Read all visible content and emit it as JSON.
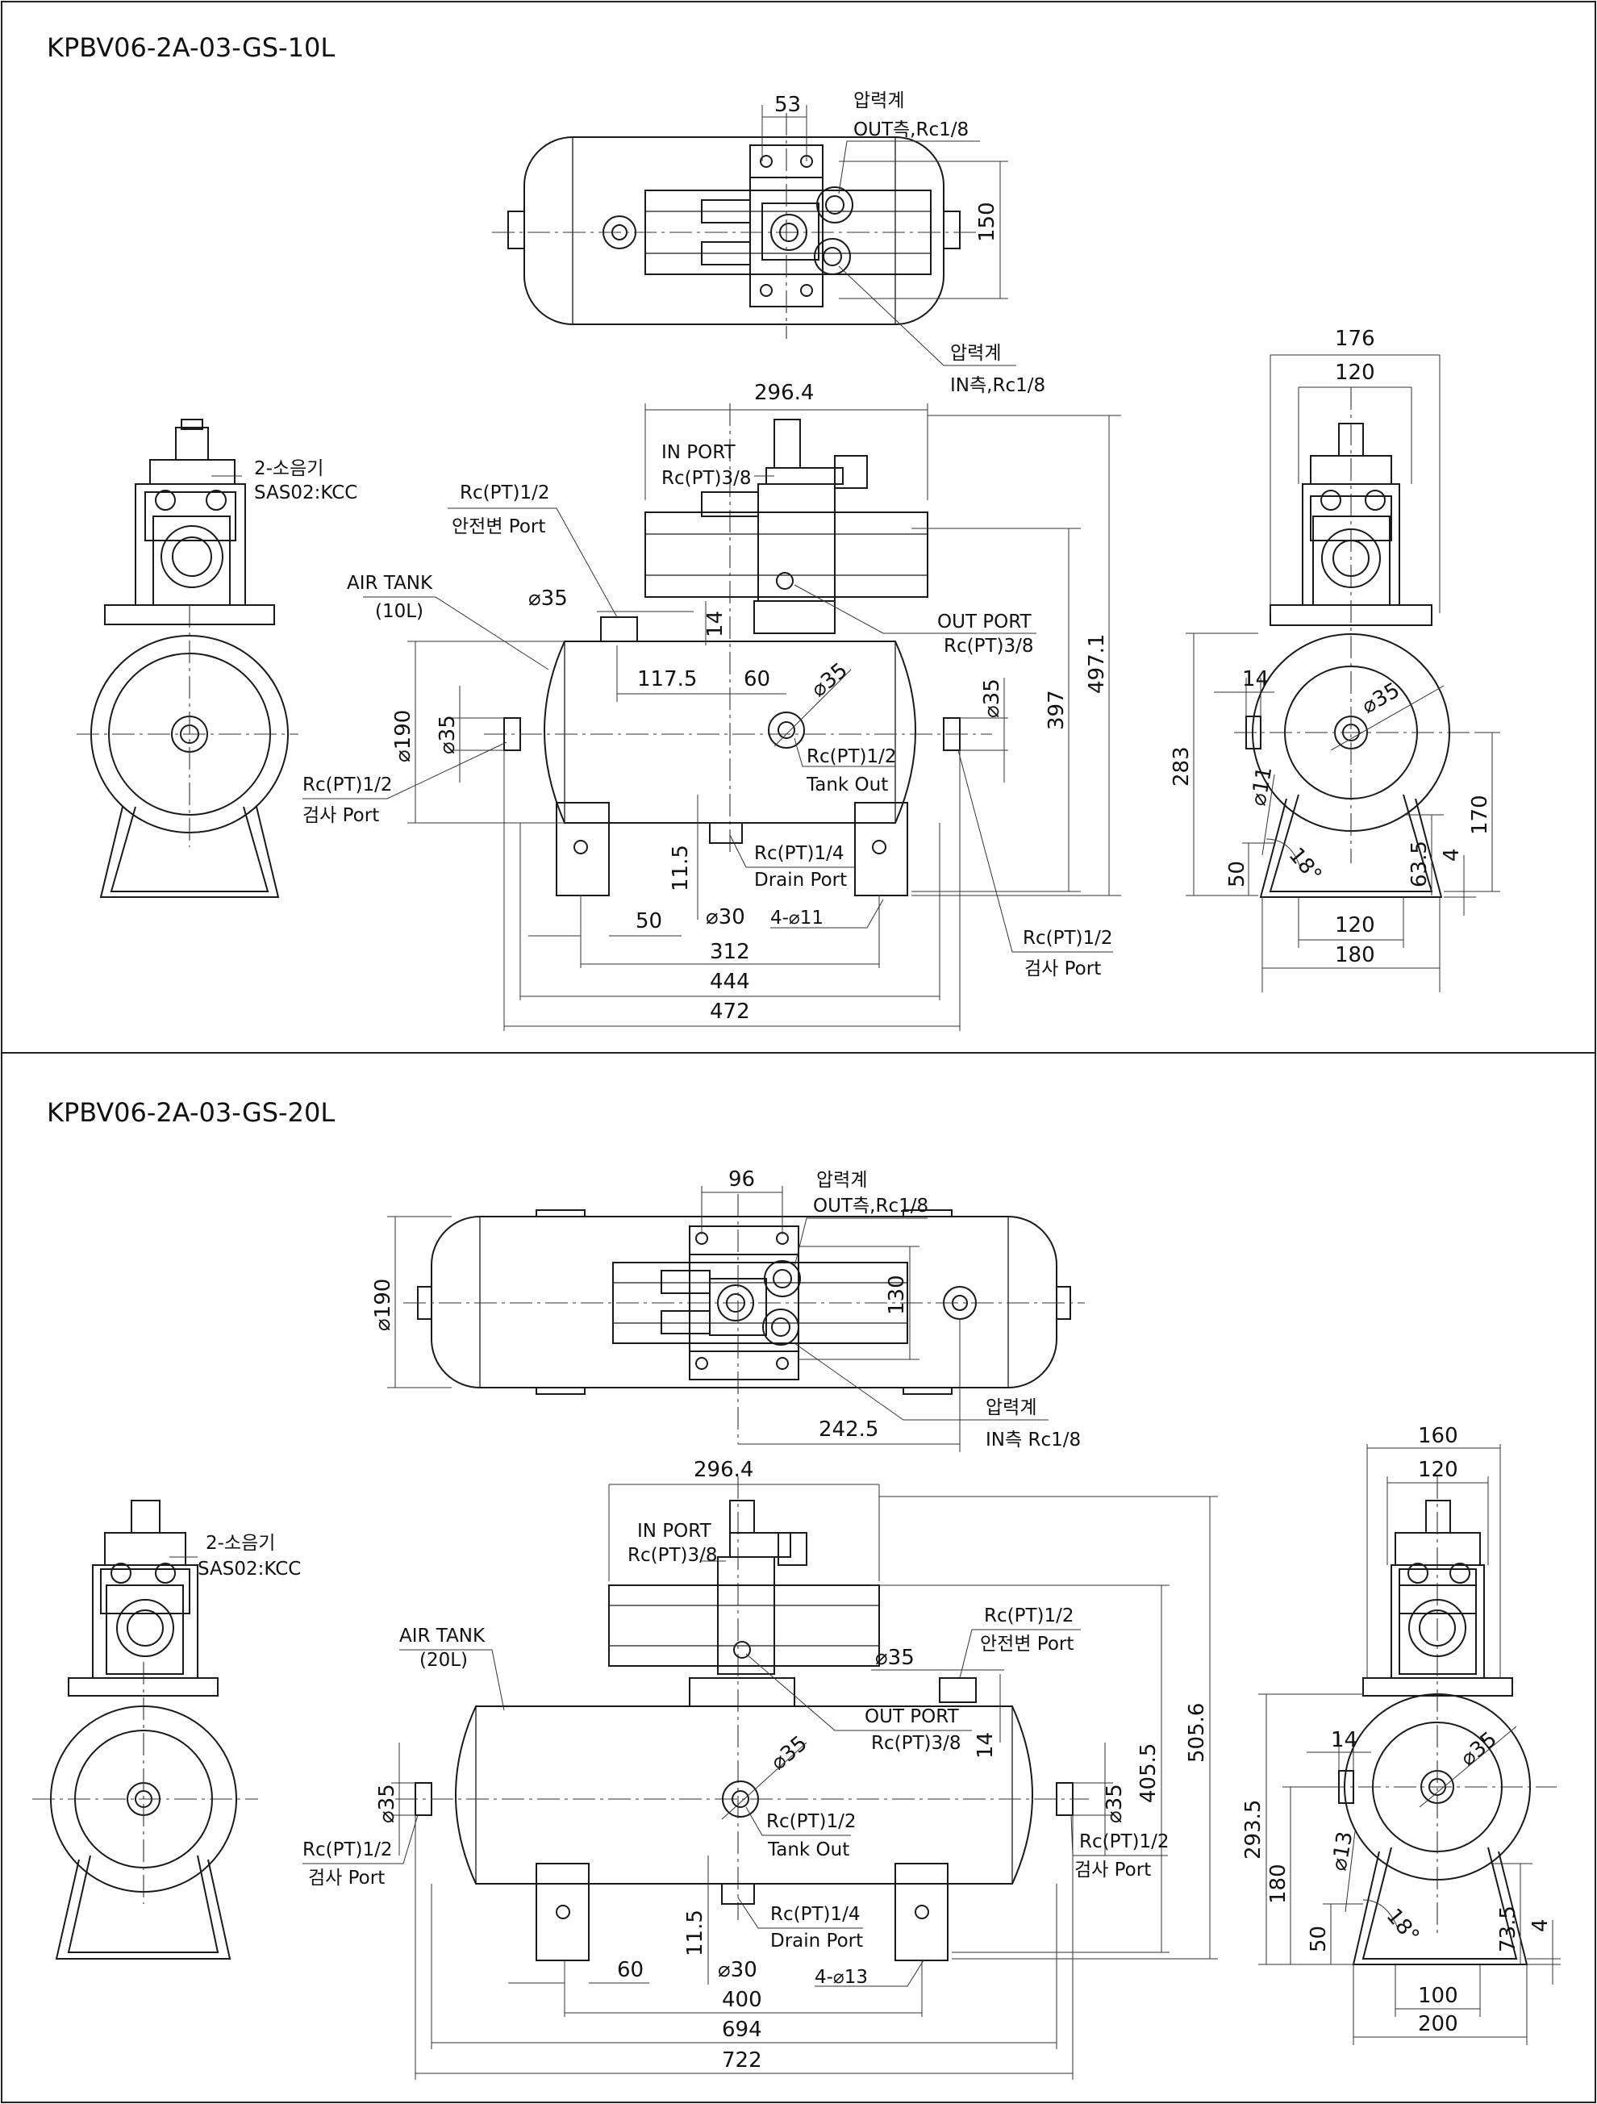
{
  "sections": [
    {
      "title": "KPBV06-2A-03-GS-10L",
      "top_view": {
        "width_dim": "53",
        "height_dim": "150",
        "gauge_out": {
          "line1": "압력계",
          "line2": "OUT측,Rc1/8"
        },
        "gauge_in": {
          "line1": "압력계",
          "line2": "IN측,Rc1/8"
        }
      },
      "left_view": {
        "silencer": {
          "line1": "2-소음기",
          "line2": "SAS02:KCC"
        }
      },
      "front_view": {
        "overall_width": "296.4",
        "in_port": {
          "line1": "IN PORT",
          "line2": "Rc(PT)3/8"
        },
        "safety_valve_port": {
          "line1": "Rc(PT)1/2",
          "line2": "안전변 Port"
        },
        "air_tank": {
          "line1": "AIR TANK",
          "line2": "(10L)"
        },
        "port_dia_top": "⌀35",
        "dim_14": "14",
        "out_port": {
          "line1": "OUT PORT",
          "line2": "Rc(PT)3/8"
        },
        "dim_117_5": "117.5",
        "dim_60": "60",
        "dia_35_tank": "⌀35",
        "dia_35_right": "⌀35",
        "dim_397": "397",
        "dim_497_1": "497.1",
        "dia_190": "⌀190",
        "dia_35_left": "⌀35",
        "tank_out": {
          "line1": "Rc(PT)1/2",
          "line2": "Tank Out"
        },
        "inspect_left": {
          "line1": "Rc(PT)1/2",
          "line2": "검사 Port"
        },
        "drain_port": {
          "line1": "Rc(PT)1/4",
          "line2": "Drain Port"
        },
        "dim_11_5": "11.5",
        "dim_50": "50",
        "dia_30": "⌀30",
        "holes": "4-⌀11",
        "inspect_right": {
          "line1": "Rc(PT)1/2",
          "line2": "검사 Port"
        },
        "dim_312": "312",
        "dim_444": "444",
        "dim_472": "472"
      },
      "side_view": {
        "dim_176": "176",
        "dim_120_top": "120",
        "dim_14": "14",
        "dia_35": "⌀35",
        "dim_283": "283",
        "dia_11": "⌀11",
        "dim_170": "170",
        "angle": "18°",
        "dim_50": "50",
        "dim_63_5": "63.5",
        "dim_4": "4",
        "dim_120_bottom": "120",
        "dim_180": "180"
      }
    },
    {
      "title": "KPBV06-2A-03-GS-20L",
      "top_view": {
        "width_dim": "96",
        "height_dim": "130",
        "dia_190": "⌀190",
        "dim_242_5": "242.5",
        "gauge_out": {
          "line1": "압력계",
          "line2": "OUT측,Rc1/8"
        },
        "gauge_in": {
          "line1": "압력계",
          "line2": "IN측 Rc1/8"
        }
      },
      "left_view": {
        "silencer": {
          "line1": "2-소음기",
          "line2": "SAS02:KCC"
        }
      },
      "front_view": {
        "overall_width": "296.4",
        "in_port": {
          "line1": "IN PORT",
          "line2": "Rc(PT)3/8"
        },
        "safety_valve_port": {
          "line1": "Rc(PT)1/2",
          "line2": "안전변 Port"
        },
        "air_tank": {
          "line1": "AIR TANK",
          "line2": "(20L)"
        },
        "port_dia_top": "⌀35",
        "out_port": {
          "line1": "OUT PORT",
          "line2": "Rc(PT)3/8"
        },
        "dim_14": "14",
        "dia_35_tank": "⌀35",
        "dim_405_5": "405.5",
        "dim_505_6": "505.6",
        "dia_35_left": "⌀35",
        "dia_35_right": "⌀35",
        "tank_out": {
          "line1": "Rc(PT)1/2",
          "line2": "Tank Out"
        },
        "inspect_left": {
          "line1": "Rc(PT)1/2",
          "line2": "검사 Port"
        },
        "inspect_right": {
          "line1": "Rc(PT)1/2",
          "line2": "검사 Port"
        },
        "drain_port": {
          "line1": "Rc(PT)1/4",
          "line2": "Drain Port"
        },
        "dim_11_5": "11.5",
        "dim_60": "60",
        "dia_30": "⌀30",
        "holes": "4-⌀13",
        "dim_400": "400",
        "dim_694": "694",
        "dim_722": "722"
      },
      "side_view": {
        "dim_160": "160",
        "dim_120_top": "120",
        "dim_14": "14",
        "dia_35": "⌀35",
        "dim_293_5": "293.5",
        "dim_180": "180",
        "dia_13": "⌀13",
        "angle": "18°",
        "dim_50": "50",
        "dim_73_5": "73.5",
        "dim_4": "4",
        "dim_100": "100",
        "dim_200": "200"
      }
    }
  ]
}
